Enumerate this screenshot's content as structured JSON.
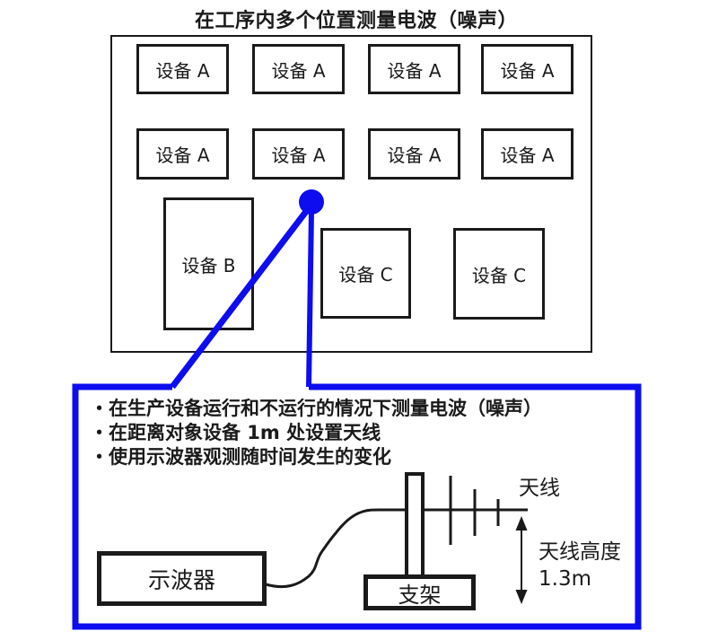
{
  "title": "在工序内多个位置测量电波（噪声）",
  "factory": {
    "equipment_a_label": "设备 A",
    "equipment_b_label": "设备 B",
    "equipment_c_label": "设备 C"
  },
  "callout": {
    "bullets": [
      "・在生产设备运行和不运行的情况下测量电波（噪声）",
      "・在距离对象设备 1m 处设置天线",
      "・使用示波器观测随时间发生的变化"
    ],
    "oscilloscope_label": "示波器",
    "stand_label": "支架",
    "antenna_label": "天线",
    "antenna_height_label": "天线高度",
    "antenna_height_value": "1.3m"
  },
  "colors": {
    "accent_blue": "#0d0df0",
    "ink": "#1a1a1a"
  }
}
